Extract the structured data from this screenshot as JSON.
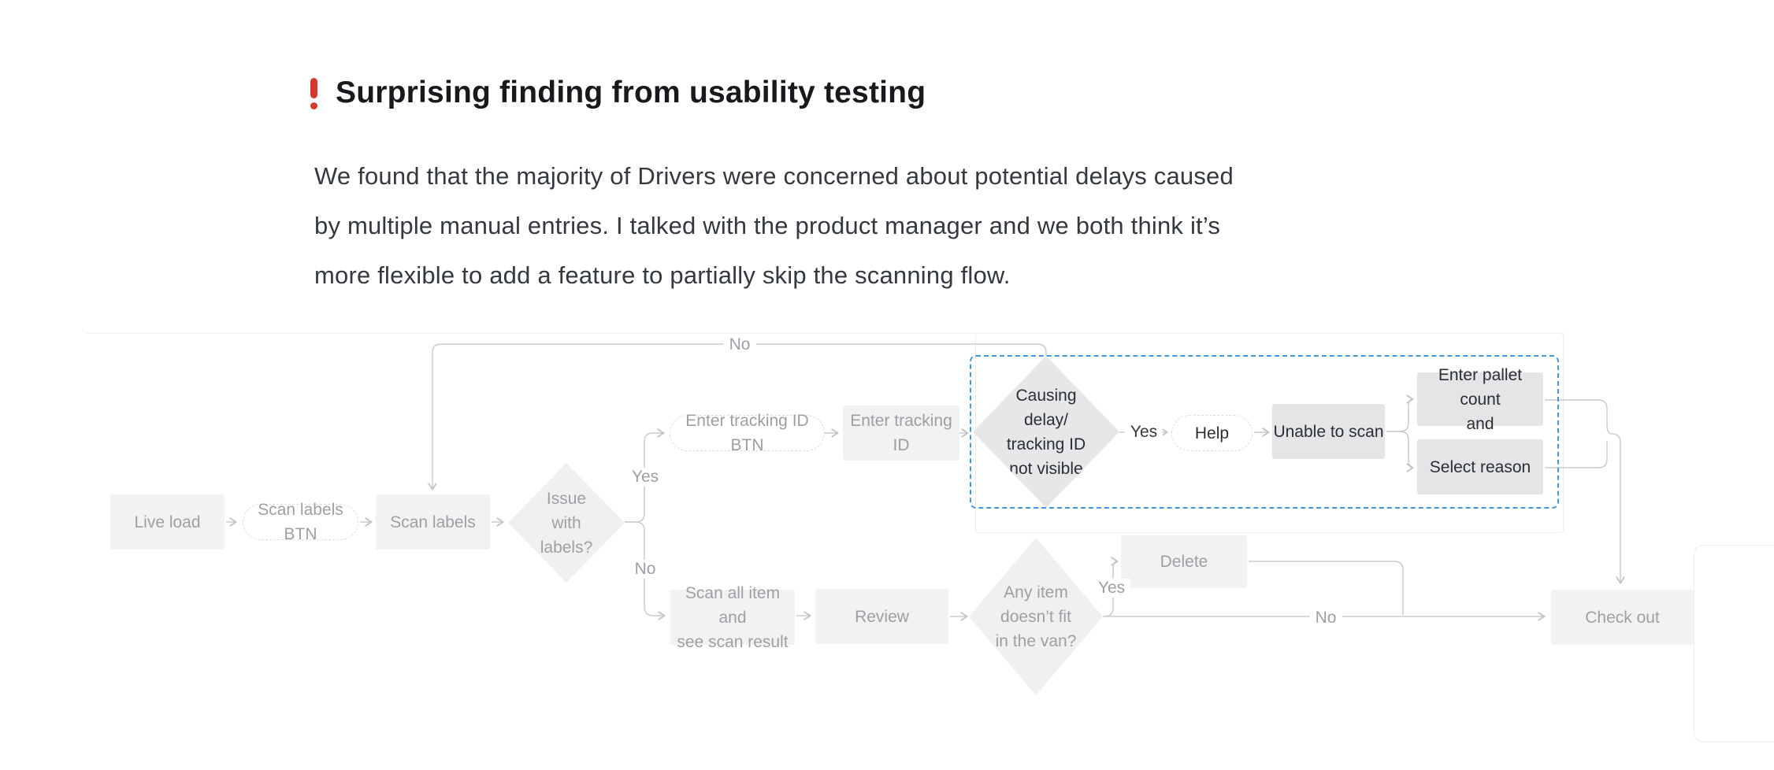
{
  "header": {
    "icon": "red-exclamation",
    "title": "Surprising finding from usability testing"
  },
  "paragraph": {
    "lines": [
      "We found that the majority of Drivers were concerned about potential delays caused",
      "by multiple manual entries. I talked with the product manager and we both think it’s",
      "more flexible to add a feature to partially skip the scanning flow."
    ]
  },
  "colors": {
    "selection_blue": "#3e97e5",
    "icon_red": "#d7382c",
    "node_fill": "#f2f2f3",
    "node_fill_dark": "#e4e5e7",
    "node_text_gray": "#9ca0a5",
    "node_text_dark": "#2b2e32",
    "connector_gray": "#c9ccce"
  },
  "flow": {
    "nodes": {
      "live_load": {
        "label": "Live load"
      },
      "scan_labels_btn": {
        "label": "Scan labels BTN"
      },
      "scan_labels": {
        "label": "Scan labels"
      },
      "issue_with_labels": {
        "lines": [
          "Issue",
          "with",
          "labels?"
        ]
      },
      "enter_tracking_id_btn": {
        "label": "Enter tracking ID BTN"
      },
      "enter_tracking_id": {
        "label": "Enter tracking ID"
      },
      "causing_delay": {
        "lines": [
          "Causing",
          "delay/",
          "tracking ID",
          "not visible"
        ]
      },
      "help": {
        "label": "Help"
      },
      "unable_to_scan": {
        "label": "Unable to scan"
      },
      "enter_pallet_count": {
        "lines": [
          "Enter pallet count",
          "and"
        ]
      },
      "select_reason": {
        "label": "Select reason"
      },
      "scan_all_items": {
        "lines": [
          "Scan all item and",
          "see scan result"
        ]
      },
      "review": {
        "label": "Review"
      },
      "any_item_fit": {
        "lines": [
          "Any item",
          "doesn’t fit",
          "in the van?"
        ]
      },
      "delete": {
        "label": "Delete"
      },
      "check_out": {
        "label": "Check out"
      }
    },
    "edge_labels": {
      "issue_yes": "Yes",
      "issue_no": "No",
      "top_no": "No",
      "causing_yes": "Yes",
      "fit_yes": "Yes",
      "fit_no": "No"
    }
  }
}
